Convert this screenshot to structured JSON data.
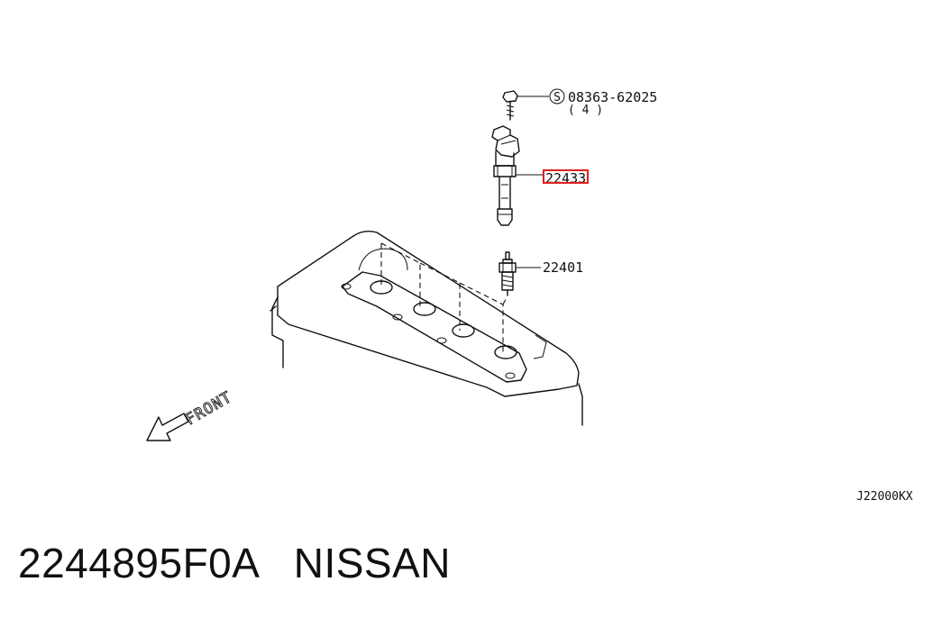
{
  "callouts": {
    "bolt_part": "08363-62025",
    "bolt_symbol": "S",
    "bolt_qty": "( 4 )",
    "coil_part": "22433",
    "plug_part": "22401"
  },
  "front_label": "FRONT",
  "diagram_code": "J22000KX",
  "caption": {
    "part_number": "2244895F0A",
    "brand": "NISSAN"
  },
  "colors": {
    "highlight": "#e02020",
    "line": "#111111"
  }
}
